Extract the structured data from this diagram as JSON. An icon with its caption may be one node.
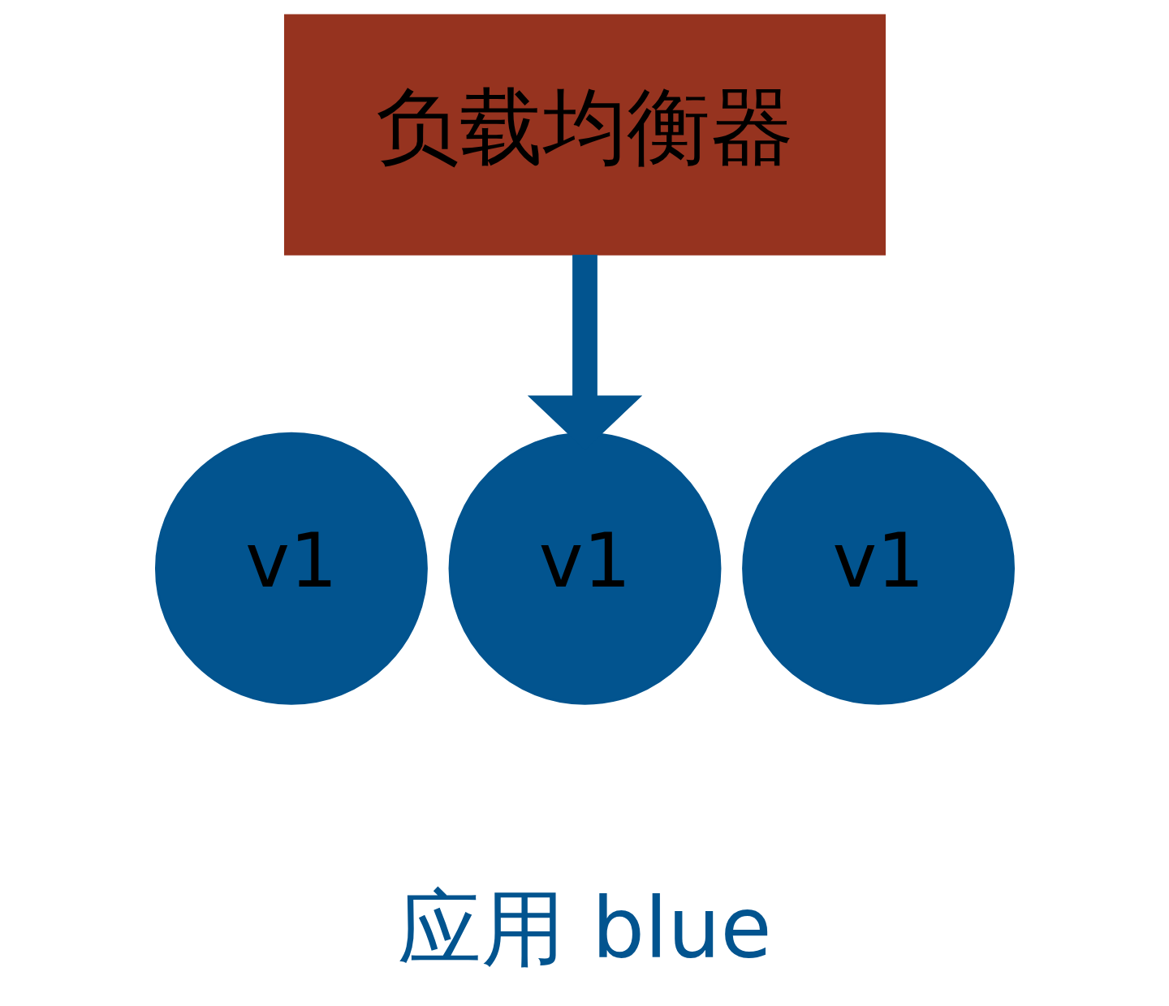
{
  "diagram": {
    "nodes": [
      {
        "text": [
          "负载均衡器"
        ]
      },
      {
        "text": [
          "v1"
        ]
      },
      {
        "text": [
          "v1"
        ]
      },
      {
        "text": [
          "v1"
        ]
      }
    ],
    "edges": [
      {
        "from": 0,
        "to": 2,
        "arrow": "to"
      }
    ],
    "labels": [
      "应用 blue"
    ]
  }
}
